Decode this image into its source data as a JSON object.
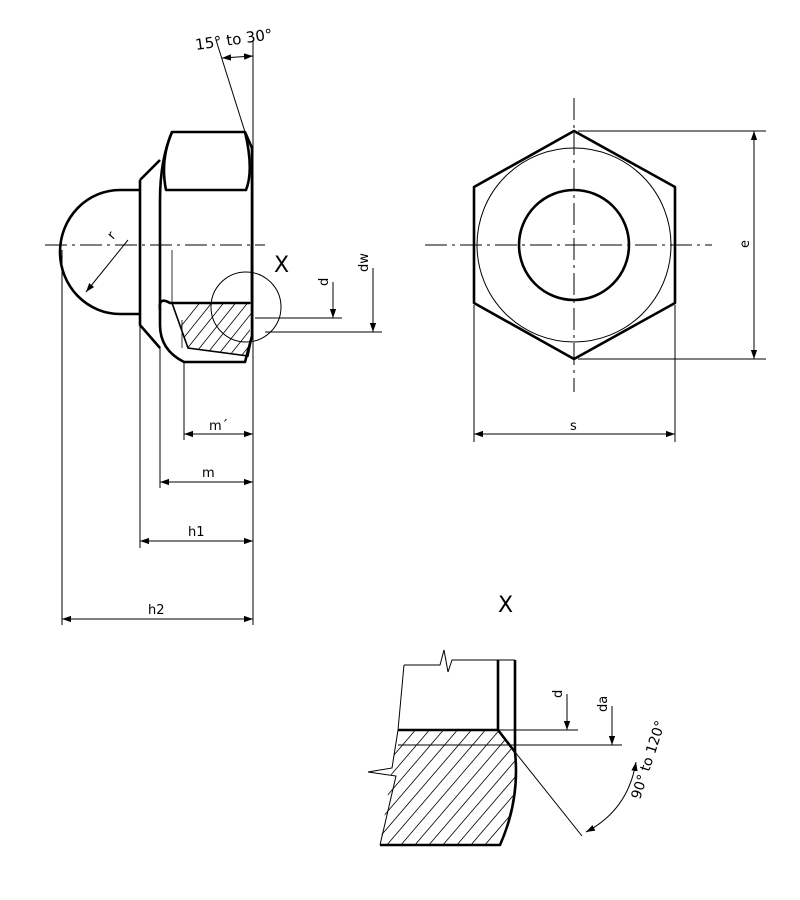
{
  "title": "Hexagon domed cap nut with clamping part",
  "labels": {
    "angle_chamfer": "15° to 30°",
    "detail_marker": "X",
    "detail_title": "X",
    "radius": "r",
    "d": "d",
    "dw": "dw",
    "m_prime": "m´",
    "m": "m",
    "h1": "h1",
    "h2": "h2",
    "s": "s",
    "e": "e",
    "detail_d": "d",
    "detail_da": "da",
    "detail_angle": "90° to 120°"
  }
}
